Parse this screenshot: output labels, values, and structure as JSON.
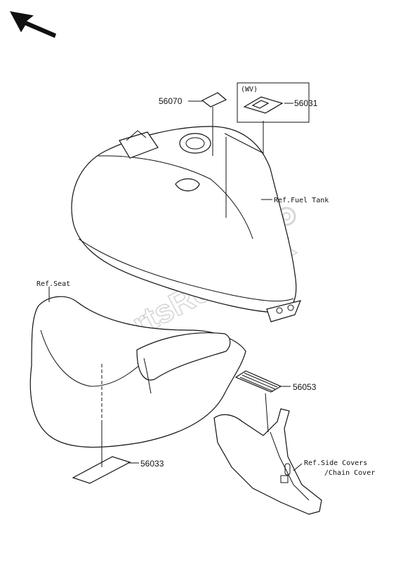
{
  "parts": {
    "p56070": "56070",
    "p56031": "56031",
    "p56053": "56053",
    "p56033": "56033"
  },
  "variant": "(WV)",
  "refs": {
    "fuel_tank": "Ref.Fuel Tank",
    "seat": "Ref.Seat",
    "side_covers_line1": "Ref.Side Covers",
    "side_covers_line2": "/Chain Cover"
  },
  "watermark": "PartsRepublik",
  "icons": {
    "direction": "direction-arrow-icon",
    "watermark_gear": "gear-icon"
  }
}
